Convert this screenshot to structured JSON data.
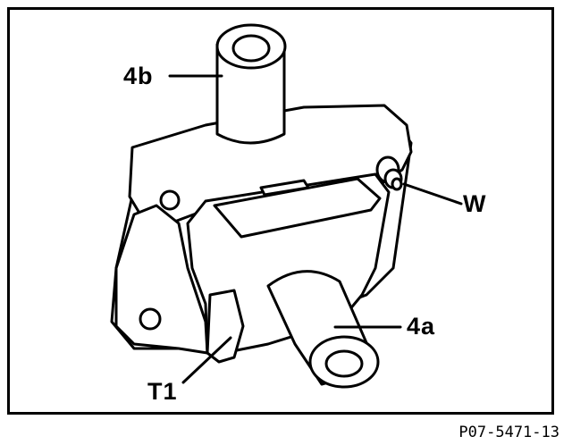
{
  "labels": {
    "4b": "4b",
    "4a": "4a",
    "W": "W",
    "T1": "T1"
  },
  "figure_ref": "P07-5471-13",
  "colors": {
    "ink": "#000000",
    "paper": "#ffffff"
  }
}
